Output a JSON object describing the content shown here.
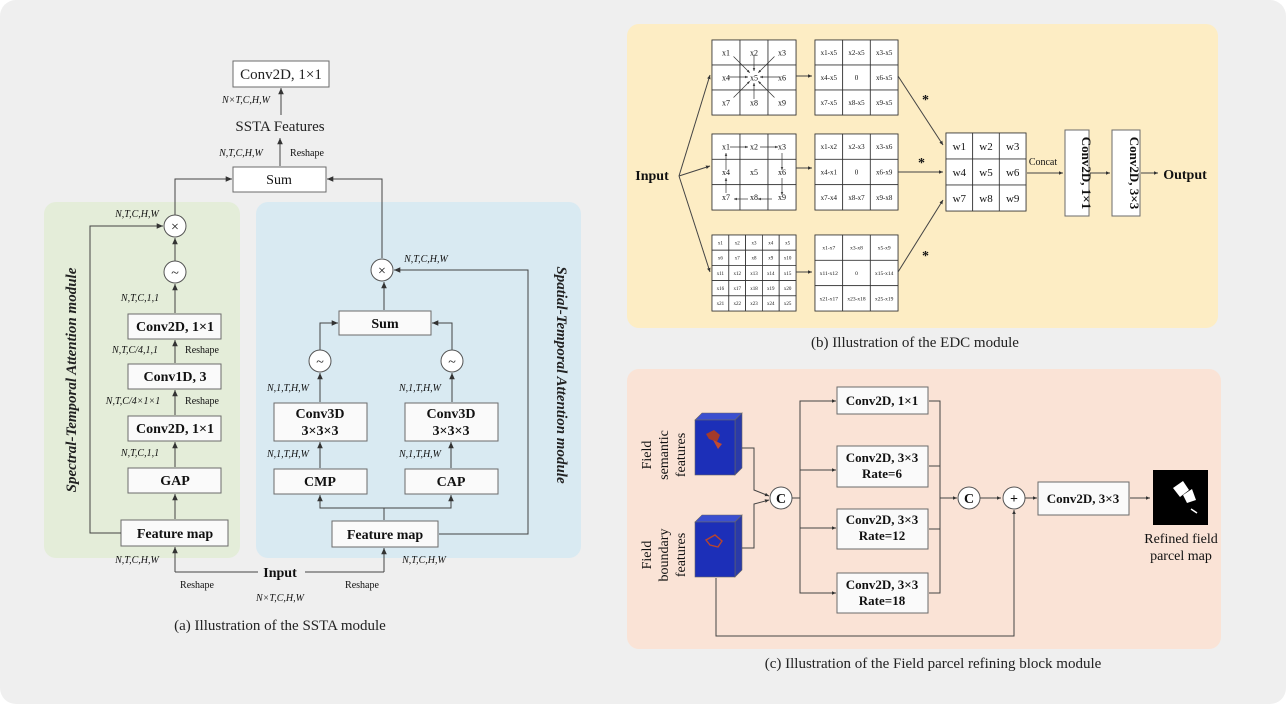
{
  "colors": {
    "outer_bg": "#efefef",
    "spectral_bg": "#e4edd9",
    "spatial_bg": "#d9eaf2",
    "edc_bg": "#fdedc4",
    "refine_bg": "#fae3d6"
  },
  "ssta": {
    "caption": "(a) Illustration of the SSTA module",
    "top_conv": "Conv2D, 1×1",
    "top_shape": "N×T,C,H,W",
    "ssta_features": "SSTA Features",
    "sum_shape": "N,T,C,H,W",
    "reshape": "Reshape",
    "sum": "Sum",
    "spectral_title": "Spectral-Temporal Attention module",
    "spatial_title": "Spatial-Temporal Attention module",
    "left": {
      "mul_shape": "N,T,C,H,W",
      "mul": "×",
      "sig": "~",
      "c2_shape": "N,T,C,1,1",
      "conv2d_top": "Conv2D, 1×1",
      "c1_shape": "N,T,C/4,1,1",
      "reshape1": "Reshape",
      "conv1d": "Conv1D, 3",
      "c1in_shape": "N,T,C/4×1×1",
      "reshape2": "Reshape",
      "conv2d_bot": "Conv2D, 1×1",
      "gap_shape": "N,T,C,1,1",
      "gap": "GAP",
      "feature_map": "Feature map",
      "fm_shape": "N,T,C,H,W"
    },
    "right": {
      "mul_shape": "N,T,C,H,W",
      "mul": "×",
      "sum": "Sum",
      "sig_l": "~",
      "sig_r": "~",
      "conv3d_l_shape": "N,1,T,H,W",
      "conv3d_r_shape": "N,1,T,H,W",
      "conv3d_l": "Conv3D",
      "conv3d_l2": "3×3×3",
      "conv3d_r": "Conv3D",
      "conv3d_r2": "3×3×3",
      "cmp_shape": "N,1,T,H,W",
      "cap_shape": "N,1,T,H,W",
      "cmp": "CMP",
      "cap": "CAP",
      "feature_map": "Feature map",
      "fm_shape": "N,T,C,H,W"
    },
    "input": "Input",
    "input_shape": "N×T,C,H,W",
    "reshape_l": "Reshape",
    "reshape_r": "Reshape"
  },
  "edc": {
    "caption": "(b) Illustration of the EDC module",
    "input": "Input",
    "output": "Output",
    "concat": "Concat",
    "star": "*",
    "conv_a": "Conv2D, 1×1",
    "conv_b": "Conv2D, 3×3",
    "grid_a": [
      "x1",
      "x2",
      "x3",
      "x4",
      "x5",
      "x6",
      "x7",
      "x8",
      "x9"
    ],
    "diff_a": [
      "x1-x5",
      "x2-x5",
      "x3-x5",
      "x4-x5",
      "0",
      "x6-x5",
      "x7-x5",
      "x8-x5",
      "x9-x5"
    ],
    "grid_b": [
      "x1",
      "x2",
      "x3",
      "x4",
      "x5",
      "x6",
      "x7",
      "x8",
      "x9"
    ],
    "diff_b": [
      "x1-x2",
      "x2-x3",
      "x3-x6",
      "x4-x1",
      "0",
      "x6-x9",
      "x7-x4",
      "x8-x7",
      "x9-x8"
    ],
    "grid_c": [
      "x1",
      "x2",
      "x3",
      "x4",
      "x5",
      "x6",
      "x7",
      "x8",
      "x9",
      "x10",
      "x11",
      "x12",
      "x13",
      "x14",
      "x15",
      "x16",
      "x17",
      "x18",
      "x19",
      "x20",
      "x21",
      "x22",
      "x23",
      "x24",
      "x25"
    ],
    "diff_c": [
      "x1-x7",
      "x3-x8",
      "x5-x9",
      "x11-x12",
      "0",
      "x15-x14",
      "x21-x17",
      "x23-x18",
      "x25-x19"
    ],
    "weights": [
      "w1",
      "w2",
      "w3",
      "w4",
      "w5",
      "w6",
      "w7",
      "w8",
      "w9"
    ]
  },
  "refine": {
    "caption": "(c) Illustration of the Field parcel refining block module",
    "sem_label": [
      "Field",
      "semantic",
      "features"
    ],
    "bnd_label": [
      "Field",
      "boundary",
      "features"
    ],
    "c1": "C",
    "c2": "C",
    "plus": "+",
    "b1": "Conv2D, 1×1",
    "b2a": "Conv2D, 3×3",
    "b2b": "Rate=6",
    "b3a": "Conv2D, 3×3",
    "b3b": "Rate=12",
    "b4a": "Conv2D, 3×3",
    "b4b": "Rate=18",
    "final_conv": "Conv2D, 3×3",
    "out_label": [
      "Refined field",
      "parcel map"
    ]
  }
}
